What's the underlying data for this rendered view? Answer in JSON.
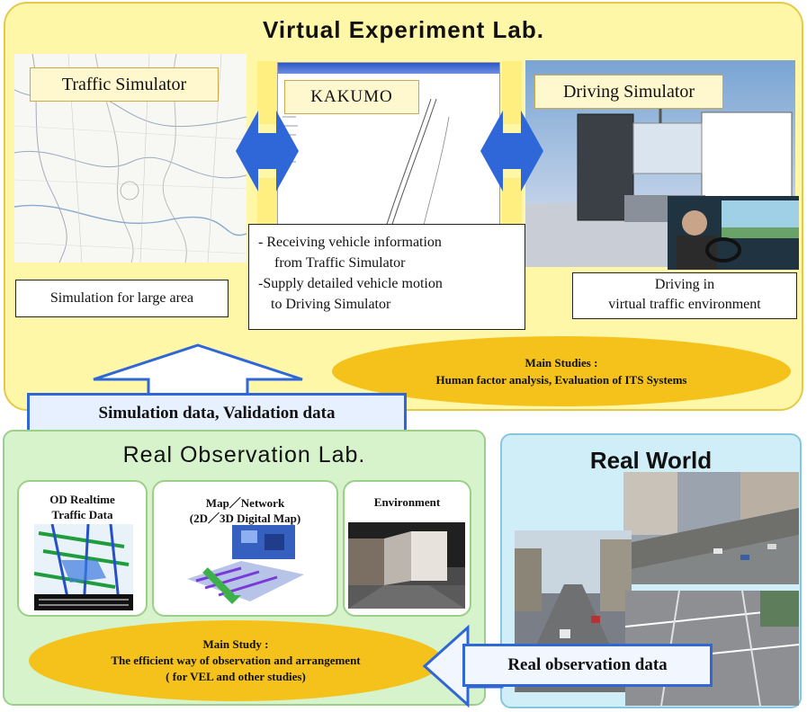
{
  "virtual_lab": {
    "title": "Virtual Experiment Lab.",
    "traffic_simulator": {
      "label": "Traffic Simulator",
      "note": "Simulation for large area"
    },
    "kakumo": {
      "label": "KAKUMO",
      "notes": [
        "- Receiving vehicle information",
        "from Traffic Simulator",
        "-Supply detailed vehicle motion",
        "to Driving Simulator"
      ]
    },
    "driving_simulator": {
      "label": "Driving Simulator",
      "note_lines": [
        "Driving in",
        "virtual traffic environment"
      ]
    },
    "main_studies": {
      "heading": "Main Studies :",
      "text": "Human factor analysis, Evaluation of ITS Systems"
    }
  },
  "banner": {
    "label": "Simulation data, Validation data"
  },
  "real_observation_lab": {
    "title": "Real Observation Lab.",
    "panels": [
      {
        "title_lines": [
          "OD Realtime",
          "Traffic Data"
        ]
      },
      {
        "title_lines": [
          "Map／Network",
          "(2D／3D Digital Map)"
        ]
      },
      {
        "title_lines": [
          "Environment"
        ]
      }
    ],
    "main_study": {
      "heading": "Main Study :",
      "line1": "The efficient way of observation and arrangement",
      "line2": "( for VEL and other studies)"
    }
  },
  "real_world": {
    "title": "Real World",
    "data_label": "Real observation data"
  },
  "colors": {
    "vel_background": "#fff7a8",
    "rol_background": "#d6f3cc",
    "rw_background": "#cfeef7",
    "arrow_blue": "#2f67d8",
    "arrow_yellow": "#ffef80",
    "ellipse": "#f4c21a"
  }
}
